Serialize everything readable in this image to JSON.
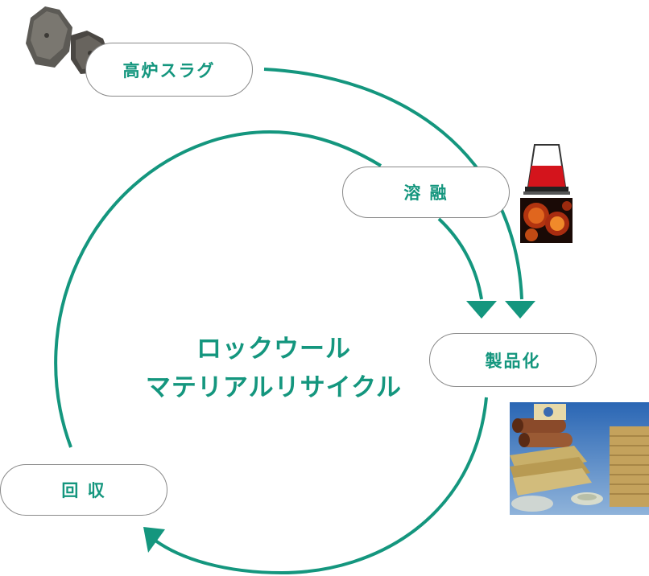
{
  "colors": {
    "accent": "#14967e",
    "pill_border": "#8a8a8a",
    "background": "#ffffff"
  },
  "nodes": {
    "slag": "高炉スラグ",
    "melt": "溶 融",
    "product": "製品化",
    "collect": "回 収"
  },
  "center_title": {
    "line1": "ロックウール",
    "line2": "マテリアルリサイクル"
  },
  "icons": {
    "slag": "slag-rocks-icon",
    "furnace": "furnace-crucible-icon",
    "molten": "molten-slag-icon",
    "product": "rockwool-products-icon"
  }
}
